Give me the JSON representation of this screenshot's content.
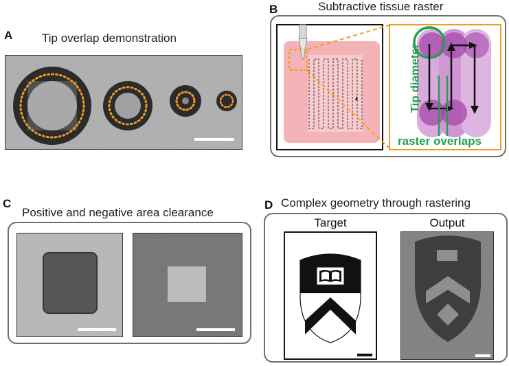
{
  "panels": {
    "a": {
      "letter": "A",
      "title": "Tip overlap demonstration"
    },
    "b": {
      "letter": "B",
      "title": "Subtractive tissue raster",
      "tip_diameter_label": "Tip diameter",
      "raster_overlaps_label": "raster overlaps"
    },
    "c": {
      "letter": "C",
      "title": "Positive and negative area clearance"
    },
    "d": {
      "letter": "D",
      "title": "Complex geometry through rastering",
      "target_label": "Target",
      "output_label": "Output"
    }
  },
  "colors": {
    "orange": "#f39a1e",
    "green": "#22a150",
    "pink_tissue": "#f4b3b6",
    "purple": "#b04fb6",
    "frame": "#6e6e6e"
  }
}
